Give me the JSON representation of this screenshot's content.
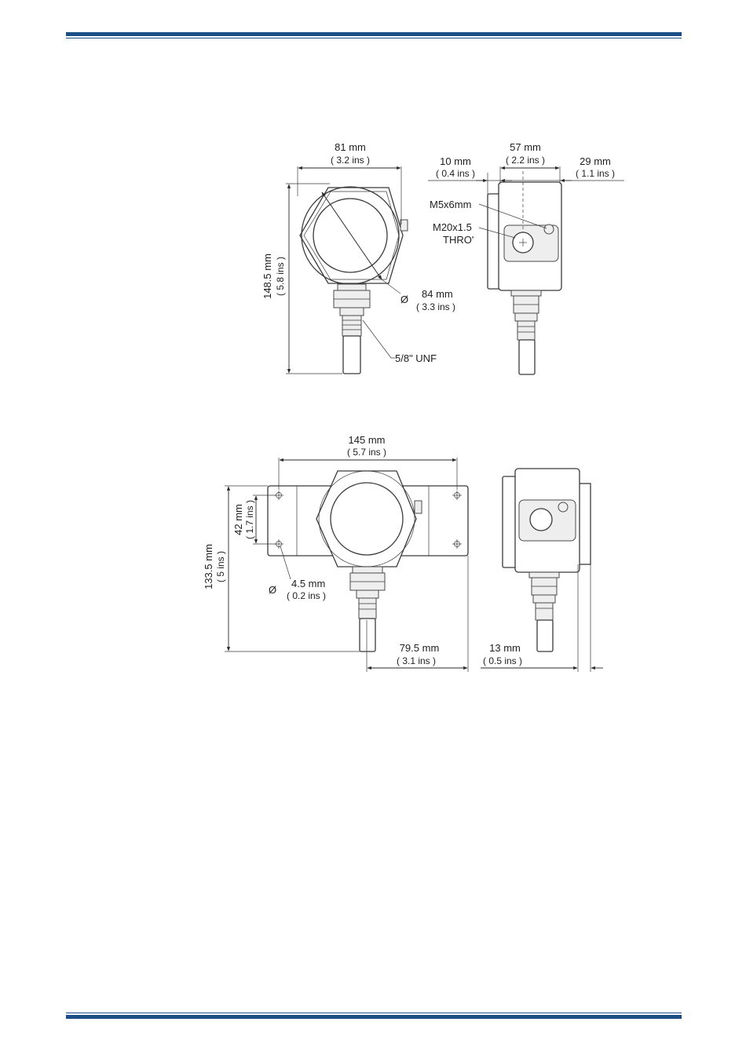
{
  "front_view": {
    "width_mm": "81 mm",
    "width_ins": "( 3.2 ins )",
    "height_mm": "148.5 mm",
    "height_ins": "( 5.8 ins )",
    "diameter_mm": "84 mm",
    "diameter_ins": "( 3.3 ins )",
    "thread_label": "5/8\" UNF",
    "diameter_symbol": "Ø"
  },
  "side_view": {
    "left_mm": "10 mm",
    "left_ins": "( 0.4 ins )",
    "depth_mm": "57 mm",
    "depth_ins": "( 2.2 ins )",
    "right_mm": "29 mm",
    "right_ins": "( 1.1 ins )",
    "screw_label": "M5x6mm",
    "gland_label_line1": "M20x1.5",
    "gland_label_line2": "THRO'"
  },
  "bracket_view": {
    "width_mm": "145 mm",
    "width_ins": "( 5.7 ins )",
    "hole_spacing_mm": "42 mm",
    "hole_spacing_ins": "( 1.7 ins )",
    "height_mm": "133.5 mm",
    "height_ins": "( 5 ins )",
    "hole_dia_mm": "4.5 mm",
    "hole_dia_ins": "( 0.2 ins )",
    "hole_dia_symbol": "Ø",
    "offset_mm": "79.5 mm",
    "offset_ins": "( 3.1 ins )"
  },
  "bracket_side_view": {
    "depth_mm": "13 mm",
    "depth_ins": "( 0.5 ins )"
  },
  "colors": {
    "rule": "#1b4f86"
  }
}
